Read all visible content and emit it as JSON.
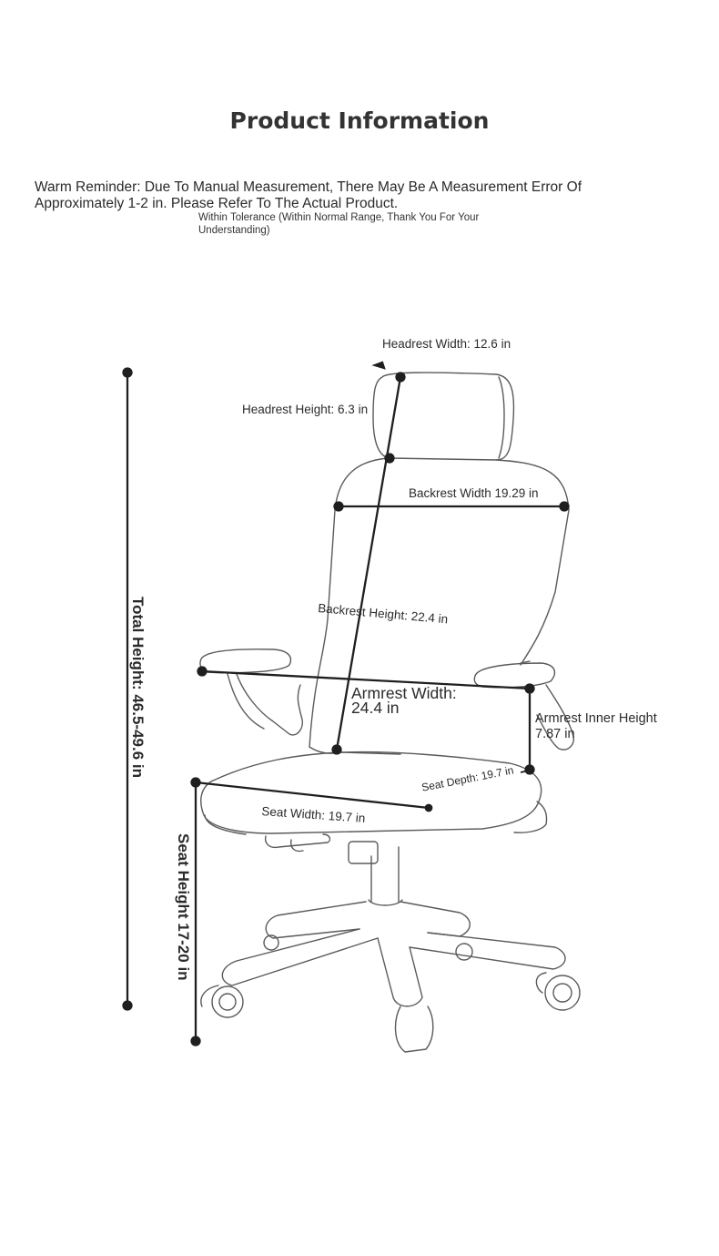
{
  "title": "Product Information",
  "reminder": "Warm Reminder: Due To Manual Measurement, There May Be A Measurement Error Of Approximately 1-2 in. Please Refer To The Actual Product.",
  "tolerance": "Within Tolerance (Within Normal Range, Thank You For Your Understanding)",
  "labels": {
    "headrest_width": "Headrest Width: 12.6 in",
    "headrest_height": "Headrest Height: 6.3 in",
    "backrest_width": "Backrest Width 19.29 in",
    "backrest_height": "Backrest Height: 22.4 in",
    "armrest_width_line1": "Armrest Width:",
    "armrest_width_line2": "24.4 in",
    "armrest_inner_line1": "Armrest Inner Height",
    "armrest_inner_line2": "7.87 in",
    "seat_depth": "Seat Depth: 19.7 in",
    "seat_width": "Seat Width: 19.7 in",
    "total_height": "Total Height: 46.5-49.6 in",
    "seat_height": "Seat Height 17-20 in"
  },
  "colors": {
    "text": "#2b2b2b",
    "line": "#1f1f1f",
    "outline": "#555555"
  }
}
